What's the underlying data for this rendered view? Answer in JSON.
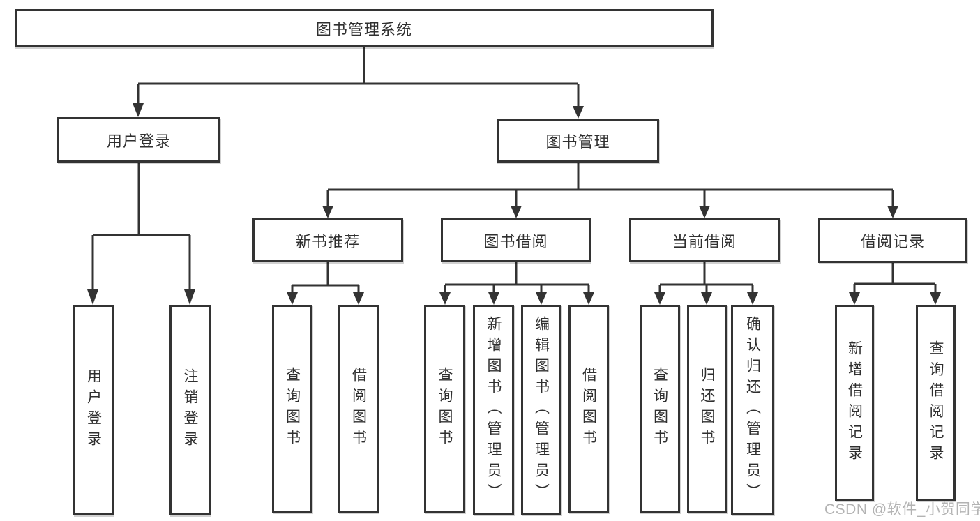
{
  "tree": {
    "root": {
      "label": "图书管理系统",
      "children": [
        {
          "label": "用户登录",
          "children": [
            {
              "label": "用户登录"
            },
            {
              "label": "注销登录"
            }
          ]
        },
        {
          "label": "图书管理",
          "children": [
            {
              "label": "新书推荐",
              "children": [
                {
                  "label": "查询图书"
                },
                {
                  "label": "借阅图书"
                }
              ]
            },
            {
              "label": "图书借阅",
              "children": [
                {
                  "label": "查询图书"
                },
                {
                  "label": "新增图书（管理员）"
                },
                {
                  "label": "编辑图书（管理员）"
                },
                {
                  "label": "借阅图书"
                }
              ]
            },
            {
              "label": "当前借阅",
              "children": [
                {
                  "label": "查询图书"
                },
                {
                  "label": "归还图书"
                },
                {
                  "label": "确认归还（管理员）"
                }
              ]
            },
            {
              "label": "借阅记录",
              "children": [
                {
                  "label": "新增借阅记录"
                },
                {
                  "label": "查询借阅记录"
                }
              ]
            }
          ]
        }
      ]
    }
  },
  "watermark": {
    "text": "CSDN @软件_小贺同学"
  },
  "colors": {
    "line": "#333333",
    "box_border": "#333333",
    "text": "#2f2f2f",
    "watermark": "#b3b3b3",
    "background": "#ffffff"
  }
}
